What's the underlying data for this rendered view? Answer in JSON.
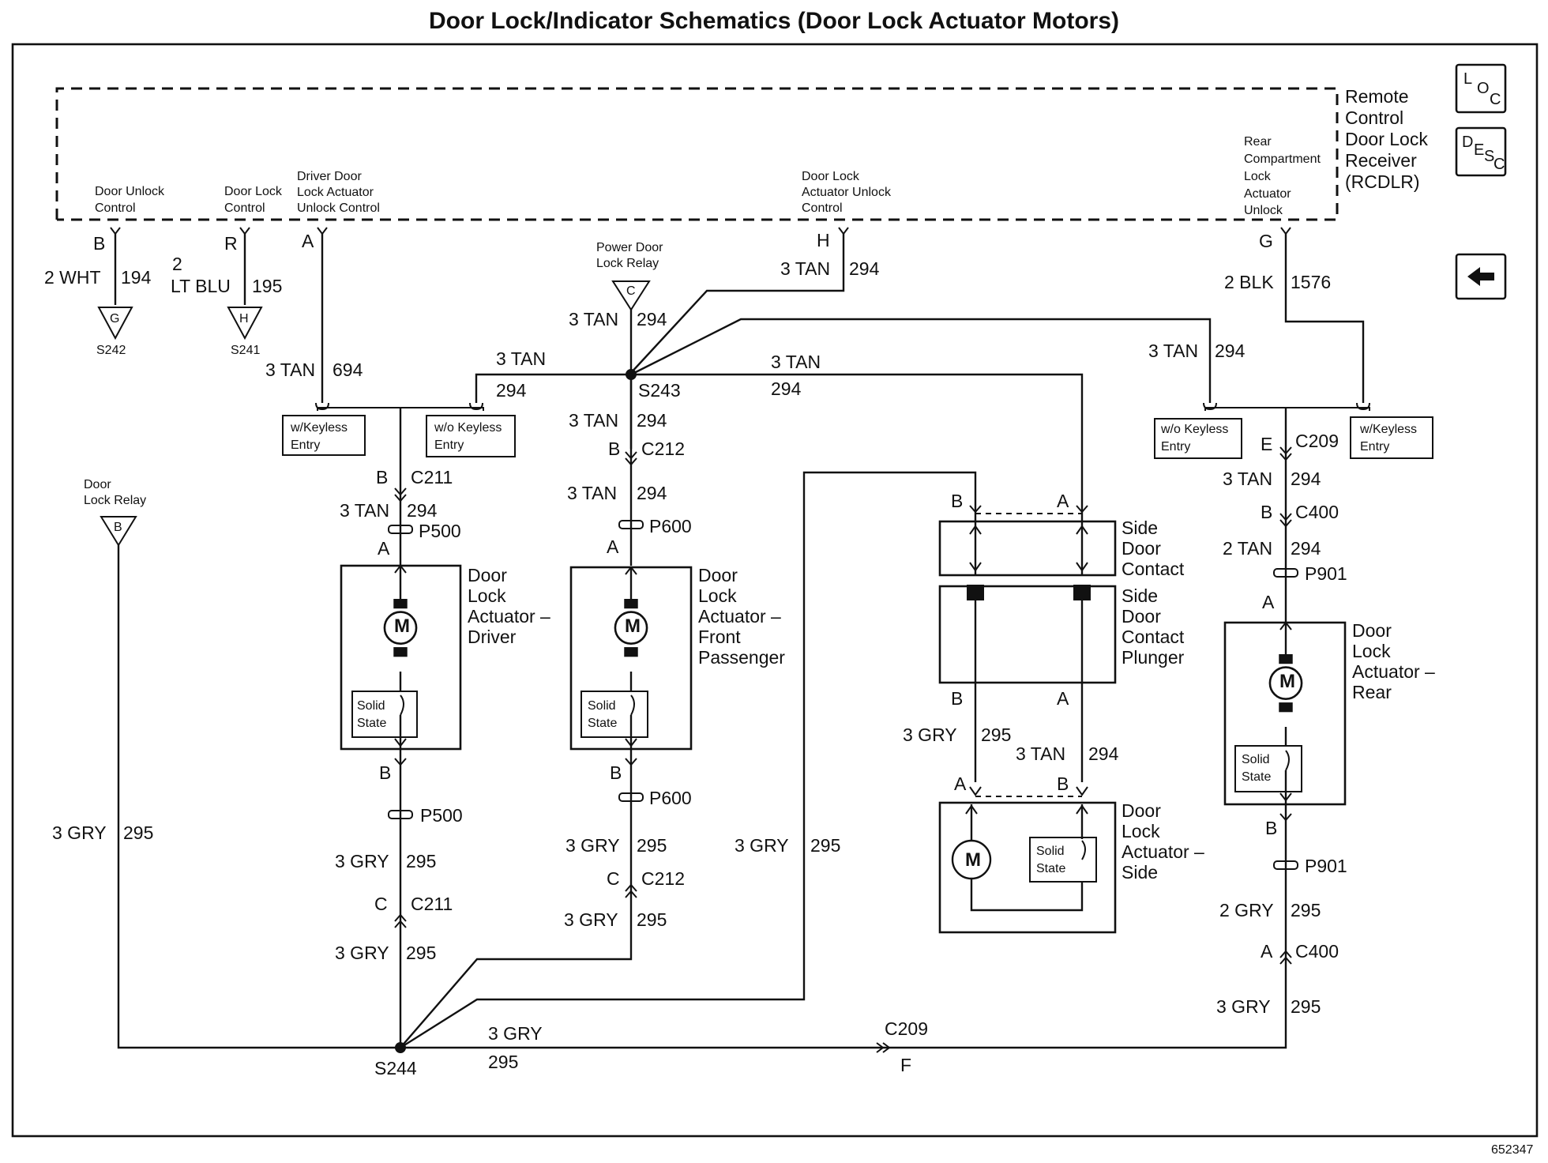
{
  "title": "Door Lock/Indicator Schematics (Door Lock Actuator Motors)",
  "figure_number": "652347",
  "rcdlr": {
    "label_lines": [
      "Remote",
      "Control",
      "Door Lock",
      "Receiver",
      "(RCDLR)"
    ],
    "pins": {
      "b": {
        "letter": "B",
        "lines": [
          "Door Unlock",
          "Control"
        ],
        "wire": "2 WHT",
        "circuit": "194"
      },
      "r": {
        "letter": "R",
        "lines": [
          "Door Lock",
          "Control"
        ],
        "wire_top": "2",
        "wire": "LT BLU",
        "circuit": "195"
      },
      "a": {
        "letter": "A",
        "lines": [
          "Driver Door",
          "Lock Actuator",
          "Unlock Control"
        ],
        "wire": "3 TAN",
        "circuit": "694"
      },
      "h": {
        "letter": "H",
        "lines": [
          "Door Lock",
          "Actuator Unlock",
          "Control"
        ],
        "wire": "3 TAN",
        "circuit": "294"
      },
      "g": {
        "letter": "G",
        "lines": [
          "Rear",
          "Compartment",
          "Lock",
          "Actuator",
          "Unlock"
        ],
        "wire": "2 BLK",
        "circuit": "1576"
      }
    }
  },
  "references": {
    "g_s242": {
      "symbol": "G",
      "splice": "S242"
    },
    "h_s241": {
      "symbol": "H",
      "splice": "S241"
    },
    "power_relay": {
      "lines": [
        "Power Door",
        "Lock Relay"
      ],
      "symbol": "C"
    },
    "door_lock_relay": {
      "lines": [
        "Door",
        "Lock Relay"
      ],
      "symbol": "B"
    }
  },
  "splices": {
    "s243": "S243",
    "s244": "S244"
  },
  "options": {
    "with_keyless": [
      "w/Keyless",
      "Entry"
    ],
    "without_keyless": [
      "w/o Keyless",
      "Entry"
    ]
  },
  "wires": {
    "tan": "3 TAN",
    "tan2": "2 TAN",
    "gry": "3 GRY",
    "gry2": "2 GRY",
    "c294": "294",
    "c295": "295"
  },
  "connectors": {
    "c211": "C211",
    "c212": "C212",
    "c209": "C209",
    "c400": "C400",
    "p500": "P500",
    "p600": "P600",
    "p901": "P901"
  },
  "pin_letters": {
    "a": "A",
    "b": "B",
    "c": "C",
    "e": "E",
    "f": "F"
  },
  "components": {
    "driver": [
      "Door",
      "Lock",
      "Actuator –",
      "Driver"
    ],
    "front_passenger": [
      "Door",
      "Lock",
      "Actuator –",
      "Front",
      "Passenger"
    ],
    "rear": [
      "Door",
      "Lock",
      "Actuator –",
      "Rear"
    ],
    "side": [
      "Door",
      "Lock",
      "Actuator –",
      "Side"
    ],
    "side_contact": [
      "Side",
      "Door",
      "Contact"
    ],
    "side_plunger": [
      "Side",
      "Door",
      "Contact",
      "Plunger"
    ],
    "motor_symbol": "M",
    "solid_state": [
      "Solid",
      "State"
    ]
  },
  "side_buttons": {
    "loc": {
      "big": [
        "L",
        "C"
      ],
      "small": "O"
    },
    "desc": {
      "big": [
        "D",
        "C"
      ],
      "small": "E",
      "small2": "S"
    },
    "back_icon": "arrow-left-icon"
  }
}
